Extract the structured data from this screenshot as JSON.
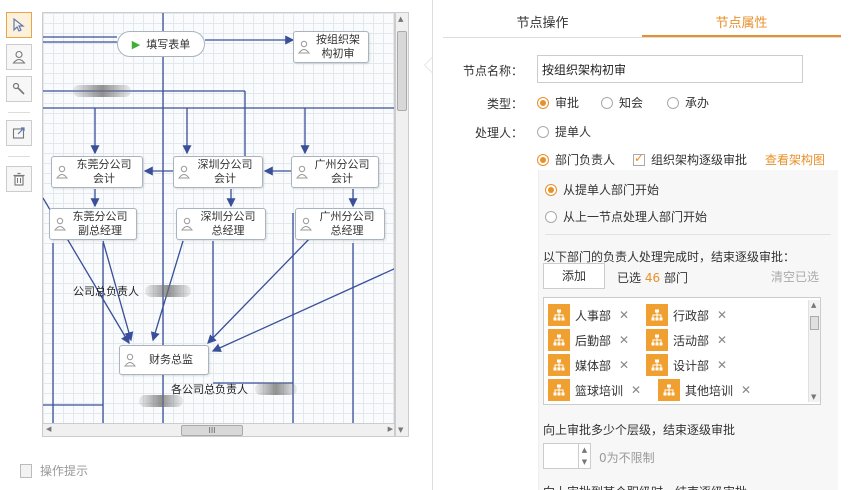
{
  "toolbar": {
    "tools": [
      {
        "name": "select-tool",
        "icon": "cursor-icon"
      },
      {
        "name": "user-node-tool",
        "icon": "user-icon"
      },
      {
        "name": "connector-tool",
        "icon": "wrench-icon"
      },
      {
        "name": "export-tool",
        "icon": "export-icon"
      },
      {
        "name": "delete-tool",
        "icon": "trash-icon"
      }
    ]
  },
  "canvas": {
    "start_node": "填写表单",
    "nodes": {
      "org_review": "按组织架\n构初审",
      "dongguan_acct": "东莞分公司\n会计",
      "shenzhen_acct": "深圳分公司\n会计",
      "guangzhou_acct": "广州分公司\n会计",
      "dongguan_mgr": "东莞分公司\n副总经理",
      "shenzhen_mgr": "深圳分公司\n总经理",
      "guangzhou_mgr": "广州分公司\n总经理",
      "finance": "财务总监"
    },
    "labels": {
      "company_head": "公司总负责人",
      "branch_heads": "各公司总负责人"
    }
  },
  "hint": {
    "label": "操作提示"
  },
  "panel": {
    "tabs": [
      "节点操作",
      "节点属性"
    ],
    "active_tab": "节点属性",
    "node_name_label": "节点名称：",
    "node_name_value": "按组织架构初审",
    "type_label": "类型：",
    "type_options": [
      "审批",
      "知会",
      "承办"
    ],
    "type_selected": "审批",
    "handler_label": "处理人：",
    "handler_options": [
      "提单人",
      "部门负责人"
    ],
    "handler_selected": "部门负责人",
    "level_approval_checkbox": "组织架构逐级审批",
    "view_chart_link": "查看架构图",
    "start_options": [
      "从提单人部门开始",
      "从上一节点处理人部门开始"
    ],
    "start_selected": "从提单人部门开始",
    "dept_note": "以下部门的负责人处理完成时，结束逐级审批：",
    "add_button": "添加",
    "selected_prefix": "已选",
    "selected_count": "46",
    "selected_suffix": "部门",
    "clear_link": "清空已选",
    "departments": [
      "人事部",
      "行政部",
      "后勤部",
      "活动部",
      "媒体部",
      "设计部",
      "篮球培训",
      "其他培训"
    ],
    "levels_note": "向上审批多少个层级，结束逐级审批",
    "levels_value": "",
    "levels_hint": "0为不限制",
    "cut_text": "向上审批到某个职级时，结束逐级审批"
  },
  "colors": {
    "accent": "#e8902a",
    "dept_icon": "#f0a030",
    "line": "#3a4f9a"
  }
}
